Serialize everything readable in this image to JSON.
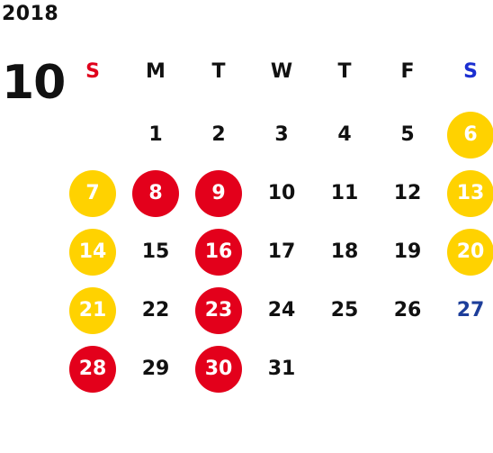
{
  "calendar": {
    "year": "2018",
    "month": "10",
    "colors": {
      "sunday_header": "#e0001c",
      "saturday_header": "#1b2fd1",
      "weekend_circle": "#ffd200",
      "holiday_circle": "#e3001b",
      "blue_date_text": "#1d3e9a",
      "default_text": "#111111"
    },
    "weekdays": [
      {
        "label": "S",
        "color": "#e0001c"
      },
      {
        "label": "M",
        "color": "#111111"
      },
      {
        "label": "T",
        "color": "#111111"
      },
      {
        "label": "W",
        "color": "#111111"
      },
      {
        "label": "T",
        "color": "#111111"
      },
      {
        "label": "F",
        "color": "#111111"
      },
      {
        "label": "S",
        "color": "#1b2fd1"
      }
    ],
    "days": [
      {
        "day": "1",
        "week": 0,
        "col": 1,
        "mark": "none"
      },
      {
        "day": "2",
        "week": 0,
        "col": 2,
        "mark": "none"
      },
      {
        "day": "3",
        "week": 0,
        "col": 3,
        "mark": "none"
      },
      {
        "day": "4",
        "week": 0,
        "col": 4,
        "mark": "none"
      },
      {
        "day": "5",
        "week": 0,
        "col": 5,
        "mark": "none"
      },
      {
        "day": "6",
        "week": 0,
        "col": 6,
        "mark": "yellow"
      },
      {
        "day": "7",
        "week": 1,
        "col": 0,
        "mark": "yellow"
      },
      {
        "day": "8",
        "week": 1,
        "col": 1,
        "mark": "red"
      },
      {
        "day": "9",
        "week": 1,
        "col": 2,
        "mark": "red"
      },
      {
        "day": "10",
        "week": 1,
        "col": 3,
        "mark": "none"
      },
      {
        "day": "11",
        "week": 1,
        "col": 4,
        "mark": "none"
      },
      {
        "day": "12",
        "week": 1,
        "col": 5,
        "mark": "none"
      },
      {
        "day": "13",
        "week": 1,
        "col": 6,
        "mark": "yellow"
      },
      {
        "day": "14",
        "week": 2,
        "col": 0,
        "mark": "yellow"
      },
      {
        "day": "15",
        "week": 2,
        "col": 1,
        "mark": "none"
      },
      {
        "day": "16",
        "week": 2,
        "col": 2,
        "mark": "red"
      },
      {
        "day": "17",
        "week": 2,
        "col": 3,
        "mark": "none"
      },
      {
        "day": "18",
        "week": 2,
        "col": 4,
        "mark": "none"
      },
      {
        "day": "19",
        "week": 2,
        "col": 5,
        "mark": "none"
      },
      {
        "day": "20",
        "week": 2,
        "col": 6,
        "mark": "yellow"
      },
      {
        "day": "21",
        "week": 3,
        "col": 0,
        "mark": "yellow"
      },
      {
        "day": "22",
        "week": 3,
        "col": 1,
        "mark": "none"
      },
      {
        "day": "23",
        "week": 3,
        "col": 2,
        "mark": "red"
      },
      {
        "day": "24",
        "week": 3,
        "col": 3,
        "mark": "none"
      },
      {
        "day": "25",
        "week": 3,
        "col": 4,
        "mark": "none"
      },
      {
        "day": "26",
        "week": 3,
        "col": 5,
        "mark": "none"
      },
      {
        "day": "27",
        "week": 3,
        "col": 6,
        "mark": "blue-text"
      },
      {
        "day": "28",
        "week": 4,
        "col": 0,
        "mark": "red"
      },
      {
        "day": "29",
        "week": 4,
        "col": 1,
        "mark": "none"
      },
      {
        "day": "30",
        "week": 4,
        "col": 2,
        "mark": "red"
      },
      {
        "day": "31",
        "week": 4,
        "col": 3,
        "mark": "none"
      }
    ]
  }
}
